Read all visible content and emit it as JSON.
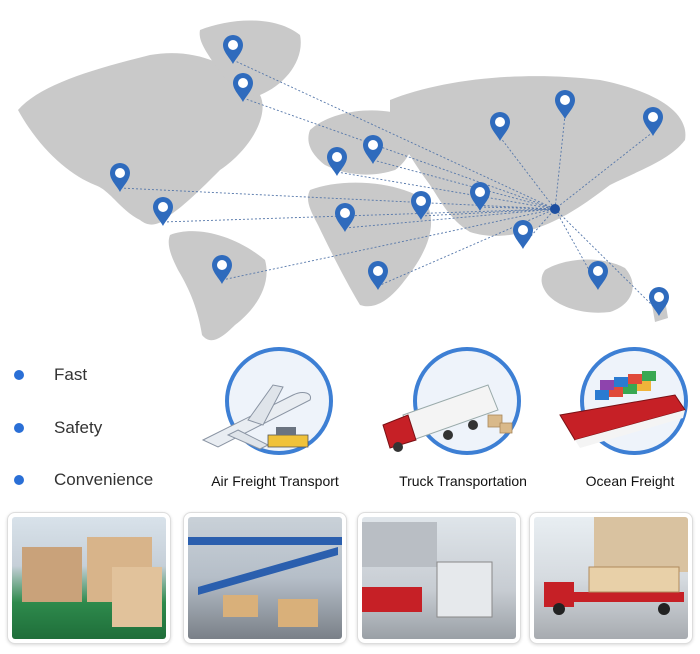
{
  "features": [
    {
      "label": "Fast"
    },
    {
      "label": "Safety"
    },
    {
      "label": "Convenience"
    }
  ],
  "transport_modes": [
    {
      "label": "Air Freight Transport",
      "icon": "airplane-icon"
    },
    {
      "label": "Truck Transportation",
      "icon": "truck-icon"
    },
    {
      "label": "Ocean Freight",
      "icon": "cargo-ship-icon"
    }
  ],
  "photos": [
    {
      "subject": "warehouse-boxes-photo"
    },
    {
      "subject": "conveyor-warehouse-photo"
    },
    {
      "subject": "loading-truck-photo"
    },
    {
      "subject": "red-truck-cargo-photo"
    }
  ],
  "colors": {
    "accent": "#2a6fd6",
    "pin": "#2f6bbd",
    "map_land": "#c9c9c9",
    "route_line": "#5577aa",
    "hub": "#1e4fa0"
  }
}
